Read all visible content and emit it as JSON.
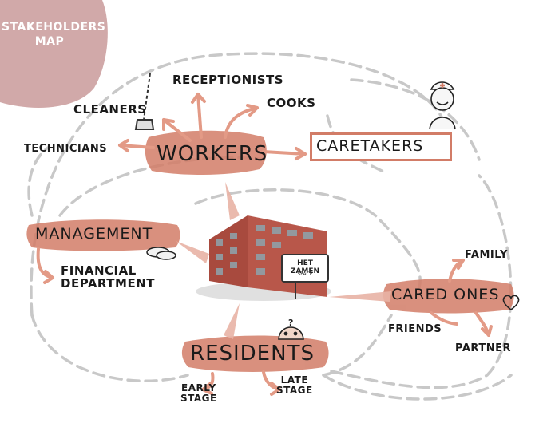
{
  "title": {
    "line1": "STAKEHOLDERS",
    "line2": "MAP"
  },
  "nodes": {
    "workers": "WORKERS",
    "caretakers": "CARETAKERS",
    "management": "MANAGEMENT",
    "residents": "RESIDENTS",
    "cared_ones": "CARED ONES",
    "receptionists": "RECEPTIONISTS",
    "cleaners": "CLEANERS",
    "cooks": "COOKS",
    "technicians": "TECHNICIANS",
    "financial_department_line1": "FINANCIAL",
    "financial_department_line2": "DEPARTMENT",
    "family": "FAMILY",
    "friends": "FRIENDS",
    "partner": "PARTNER",
    "early_stage_line1": "EARLY",
    "early_stage_line2": "STAGE",
    "late_stage_line1": "LATE",
    "late_stage_line2": "STAGE"
  },
  "building": {
    "sign_main": "HET ZAMEN",
    "sign_sub": "SPACE"
  },
  "resident_face": {
    "mark": "?"
  },
  "colors": {
    "accent": "#d27c67",
    "accent_light": "#e8b3a5",
    "title_blob": "#c99a9a",
    "dashed": "#c8c8c8",
    "brick": "#b8574a"
  }
}
